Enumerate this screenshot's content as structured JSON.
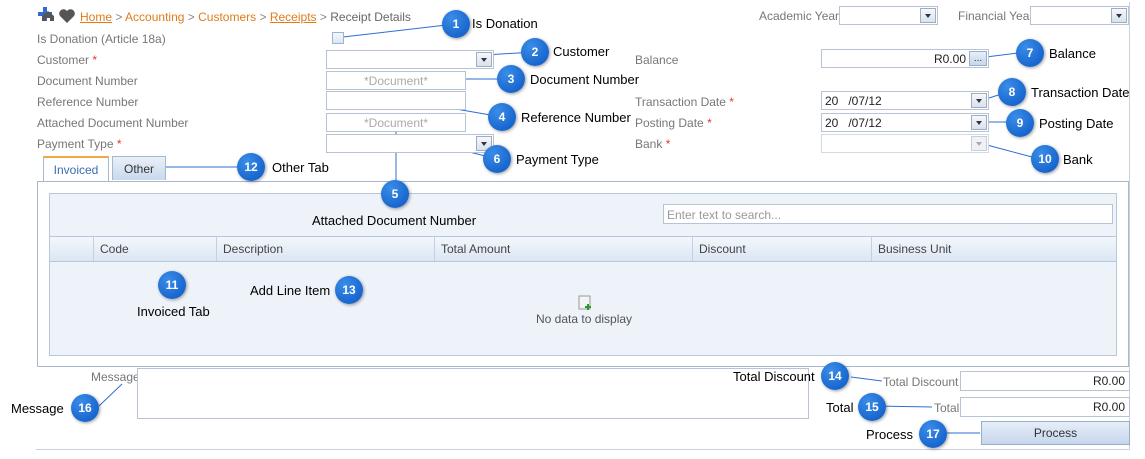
{
  "breadcrumb": {
    "home": "Home",
    "sep": ">",
    "accounting": "Accounting",
    "customers": "Customers",
    "receipts": "Receipts",
    "current": "Receipt Details"
  },
  "header": {
    "academic_year_label": "Academic Year",
    "financial_year_label": "Financial Year"
  },
  "form": {
    "is_donation_top": "Is Donation",
    "is_donation_label": "Is Donation (Article 18a)",
    "customer_label": "Customer",
    "document_number_label": "Document Number",
    "document_number_placeholder": "*Document*",
    "reference_number_label": "Reference Number",
    "attached_document_label": "Attached Document Number",
    "attached_document_placeholder": "*Document*",
    "payment_type_label": "Payment Type",
    "required_mark": "*",
    "balance_label": "Balance",
    "balance_value": "R0.00",
    "balance_btn": "...",
    "transaction_date_label": "Transaction Date",
    "transaction_date_value": "20   /07/12",
    "posting_date_label": "Posting Date",
    "posting_date_value": "20   /07/12",
    "bank_label": "Bank"
  },
  "tabs": {
    "invoiced": "Invoiced",
    "other": "Other"
  },
  "grid": {
    "search_placeholder": "Enter text to search...",
    "columns": [
      "Code",
      "Description",
      "Total Amount",
      "Discount",
      "Business Unit"
    ],
    "empty_text": "No data to display"
  },
  "footer": {
    "message_label": "Message",
    "total_discount_label": "Total Discount",
    "total_discount_value": "R0.00",
    "total_label": "Total",
    "total_value": "R0.00",
    "process_button": "Process"
  },
  "callouts": {
    "c1": {
      "num": "1",
      "text": "Is Donation"
    },
    "c2": {
      "num": "2",
      "text": "Customer"
    },
    "c3": {
      "num": "3",
      "text": "Document Number"
    },
    "c4": {
      "num": "4",
      "text": "Reference Number"
    },
    "c5": {
      "num": "5",
      "text": "Attached Document Number"
    },
    "c6": {
      "num": "6",
      "text": "Payment Type"
    },
    "c7": {
      "num": "7",
      "text": "Balance"
    },
    "c8": {
      "num": "8",
      "text": "Transaction Date"
    },
    "c9": {
      "num": "9",
      "text": "Posting Date"
    },
    "c10": {
      "num": "10",
      "text": "Bank"
    },
    "c11": {
      "num": "11",
      "text": "Invoiced Tab"
    },
    "c12": {
      "num": "12",
      "text": "Other Tab"
    },
    "c13": {
      "num": "13",
      "text": "Add Line Item"
    },
    "c14": {
      "num": "14",
      "text": "Total Discount"
    },
    "c15": {
      "num": "15",
      "text": "Total"
    },
    "c16": {
      "num": "16",
      "text": "Message"
    },
    "c17": {
      "num": "17",
      "text": "Process"
    }
  },
  "colors": {
    "link": "#e07b1a",
    "callout_blue": "#0a56c4",
    "required": "#e23a3a"
  },
  "icons": [
    "add-icon",
    "favorite-heart-icon",
    "dropdown-arrow-icon",
    "add-line-item-icon"
  ]
}
